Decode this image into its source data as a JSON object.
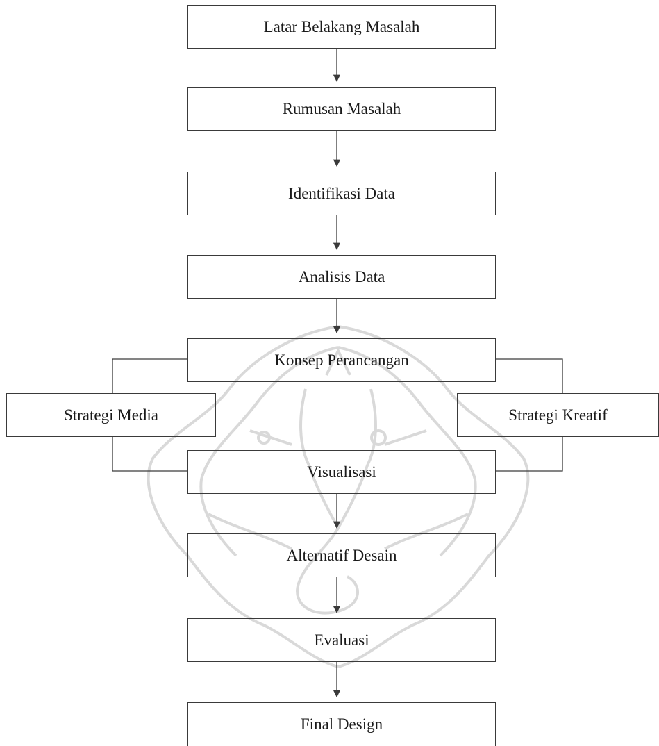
{
  "flowchart": {
    "nodes": [
      {
        "id": "latar",
        "label": "Latar Belakang Masalah"
      },
      {
        "id": "rumusan",
        "label": "Rumusan Masalah"
      },
      {
        "id": "identifikasi",
        "label": "Identifikasi Data"
      },
      {
        "id": "analisis",
        "label": "Analisis Data"
      },
      {
        "id": "konsep",
        "label": "Konsep Perancangan"
      },
      {
        "id": "strategi_media",
        "label": "Strategi Media"
      },
      {
        "id": "strategi_kreatif",
        "label": "Strategi Kreatif"
      },
      {
        "id": "visualisasi",
        "label": "Visualisasi"
      },
      {
        "id": "alternatif",
        "label": "Alternatif Desain"
      },
      {
        "id": "evaluasi",
        "label": "Evaluasi"
      },
      {
        "id": "final",
        "label": "Final Design"
      }
    ],
    "edges": [
      {
        "from": "latar",
        "to": "rumusan",
        "type": "arrow"
      },
      {
        "from": "rumusan",
        "to": "identifikasi",
        "type": "arrow"
      },
      {
        "from": "identifikasi",
        "to": "analisis",
        "type": "arrow"
      },
      {
        "from": "analisis",
        "to": "konsep",
        "type": "arrow"
      },
      {
        "from": "konsep",
        "to": "strategi_media",
        "type": "line"
      },
      {
        "from": "konsep",
        "to": "strategi_kreatif",
        "type": "line"
      },
      {
        "from": "strategi_media",
        "to": "visualisasi",
        "type": "line"
      },
      {
        "from": "strategi_kreatif",
        "to": "visualisasi",
        "type": "line"
      },
      {
        "from": "visualisasi",
        "to": "alternatif",
        "type": "arrow"
      },
      {
        "from": "alternatif",
        "to": "evaluasi",
        "type": "arrow"
      },
      {
        "from": "evaluasi",
        "to": "final",
        "type": "arrow"
      }
    ]
  },
  "colors": {
    "line": "#3a3a3a",
    "text": "#1a1a1a",
    "watermark": "#d6d6d6"
  },
  "watermark": {
    "icon": "university-emblem-watermark"
  }
}
